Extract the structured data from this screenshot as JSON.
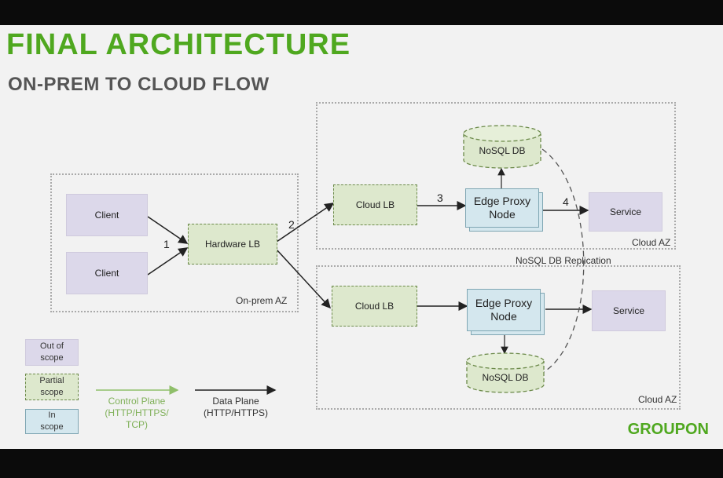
{
  "slide": {
    "title": "FINAL ARCHITECTURE",
    "subtitle": "ON-PREM TO CLOUD FLOW",
    "logo": "GROUPON"
  },
  "zones": {
    "onprem": "On-prem AZ",
    "cloud_top": "Cloud AZ",
    "cloud_bottom": "Cloud AZ"
  },
  "nodes": {
    "client1": "Client",
    "client2": "Client",
    "hardware_lb": "Hardware LB",
    "cloud_lb_top": "Cloud LB",
    "cloud_lb_bottom": "Cloud LB",
    "edge_proxy_top_line1": "Edge Proxy",
    "edge_proxy_top_line2": "Node",
    "edge_proxy_bottom_line1": "Edge Proxy",
    "edge_proxy_bottom_line2": "Node",
    "nosql_top": "NoSQL DB",
    "nosql_bottom": "NoSQL DB",
    "service_top": "Service",
    "service_bottom": "Service"
  },
  "steps": [
    "1",
    "2",
    "3",
    "4"
  ],
  "replication_label": "NoSQL DB Replication",
  "legend": {
    "out_of_scope_l1": "Out of",
    "out_of_scope_l2": "scope",
    "partial_l1": "Partial",
    "partial_l2": "scope",
    "in_scope_l1": "In",
    "in_scope_l2": "scope",
    "control_plane_l1": "Control Plane",
    "control_plane_l2": "(HTTP/HTTPS/",
    "control_plane_l3": "TCP)",
    "data_plane_l1": "Data Plane",
    "data_plane_l2": "(HTTP/HTTPS)"
  },
  "colors": {
    "brand_green": "#4fa81f",
    "out_of_scope": "#dcd8ea",
    "partial_scope": "#dde8cd",
    "in_scope": "#d4e7ee",
    "control_plane_arrow": "#8fbf6a",
    "data_plane_arrow": "#222222"
  }
}
